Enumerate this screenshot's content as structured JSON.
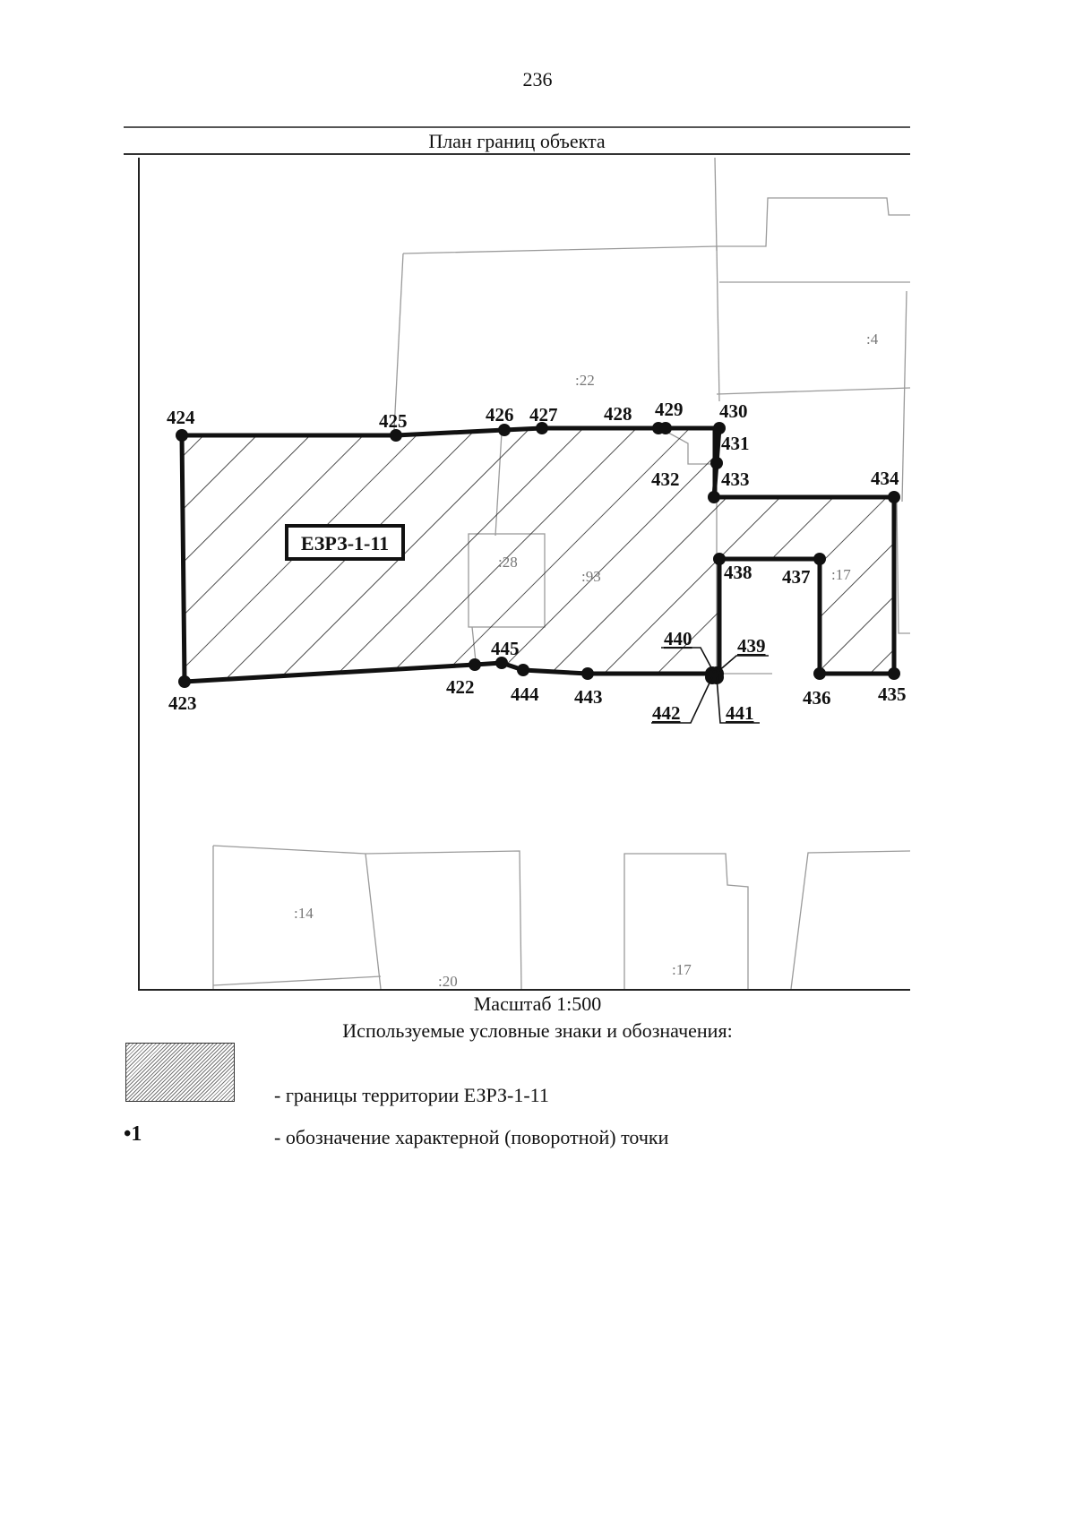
{
  "page_number": "236",
  "plan_title": "План границ объекта",
  "zone_label": "ЕЗРЗ-1-11",
  "scale_text": "Масштаб 1:500",
  "legend": {
    "title": "Используемые условные знаки и обозначения:",
    "items": [
      {
        "symbol": "hatch",
        "text": "- границы территории ЕЗРЗ-1-11"
      },
      {
        "symbol": "•1",
        "text": "- обозначение характерной (поворотной) точки"
      }
    ]
  },
  "parcel_labels": [
    ":22",
    ":4",
    ":28",
    ":93",
    ":17",
    ":14",
    ":20",
    ":17"
  ],
  "points": [
    {
      "id": "422",
      "label": "422"
    },
    {
      "id": "423",
      "label": "423"
    },
    {
      "id": "424",
      "label": "424"
    },
    {
      "id": "425",
      "label": "425"
    },
    {
      "id": "426",
      "label": "426"
    },
    {
      "id": "427",
      "label": "427"
    },
    {
      "id": "428",
      "label": "428"
    },
    {
      "id": "429",
      "label": "429"
    },
    {
      "id": "430",
      "label": "430"
    },
    {
      "id": "431",
      "label": "431"
    },
    {
      "id": "432",
      "label": "432"
    },
    {
      "id": "433",
      "label": "433"
    },
    {
      "id": "434",
      "label": "434"
    },
    {
      "id": "435",
      "label": "435"
    },
    {
      "id": "436",
      "label": "436"
    },
    {
      "id": "437",
      "label": "437"
    },
    {
      "id": "438",
      "label": "438"
    },
    {
      "id": "439",
      "label": "439"
    },
    {
      "id": "440",
      "label": "440"
    },
    {
      "id": "441",
      "label": "441"
    },
    {
      "id": "442",
      "label": "442"
    },
    {
      "id": "443",
      "label": "443"
    },
    {
      "id": "444",
      "label": "444"
    },
    {
      "id": "445",
      "label": "445"
    }
  ],
  "colors": {
    "boundary": "#111111",
    "parcel": "#9a9a9a",
    "hatch": "#222222"
  }
}
